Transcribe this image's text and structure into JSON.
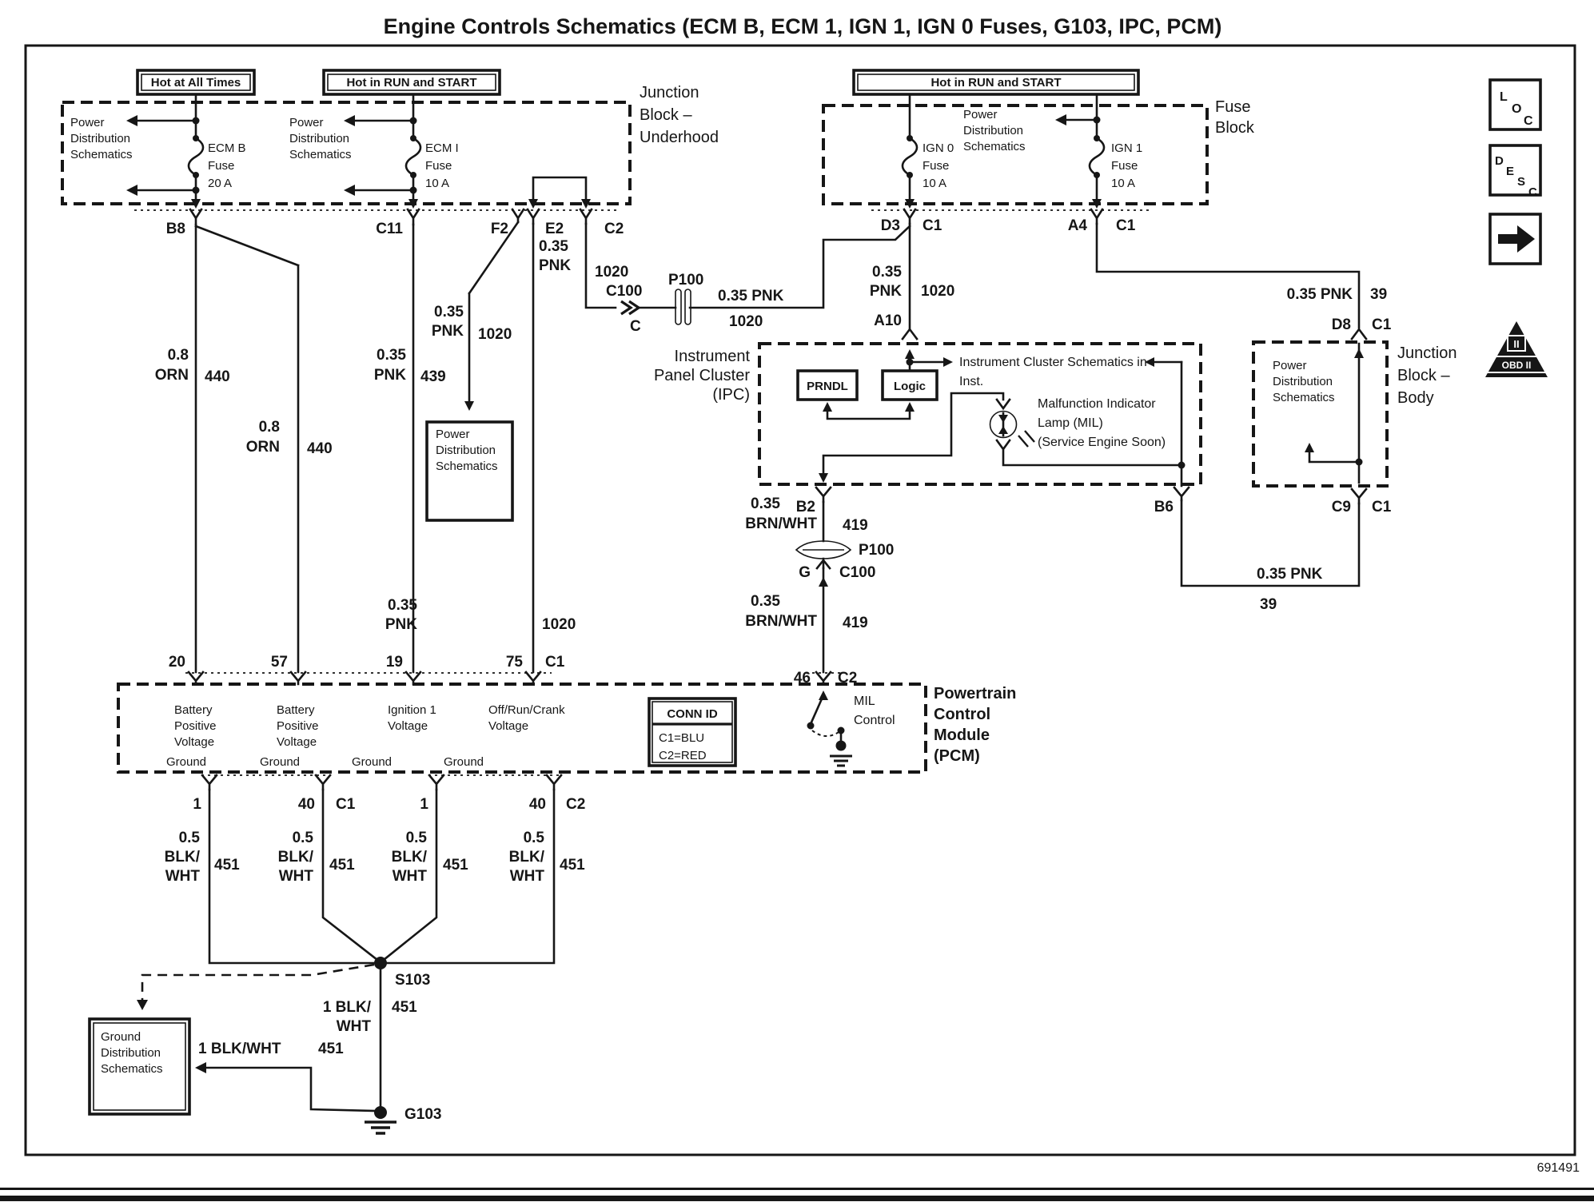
{
  "title": "Engine Controls Schematics (ECM B, ECM 1, IGN 1, IGN 0 Fuses, G103, IPC, PCM)",
  "figure_number": "691491",
  "colors": {
    "ink": "#161616",
    "paper": "#ffffff"
  },
  "flags": {
    "hot_at_all_times": "Hot at All Times",
    "hot_in_run_and_start": "Hot in RUN and START"
  },
  "notes": {
    "power_dist": [
      "Power",
      "Distribution",
      "Schematics"
    ],
    "ground_dist": [
      "Ground",
      "Distribution",
      "Schematics"
    ],
    "cluster": [
      "Instrument Cluster Schematics in",
      "Inst."
    ]
  },
  "blocks": {
    "jb_underhood": [
      "Junction",
      "Block –",
      "Underhood"
    ],
    "fuse_block": [
      "Fuse",
      "Block"
    ],
    "jb_body": [
      "Junction",
      "Block –",
      "Body"
    ],
    "ipc": [
      "Instrument",
      "Panel Cluster",
      "(IPC)"
    ],
    "pcm": [
      "Powertrain",
      "Control",
      "Module",
      "(PCM)"
    ]
  },
  "fuses": {
    "ecm_b": [
      "ECM B",
      "Fuse",
      "20 A"
    ],
    "ecm_i": [
      "ECM I",
      "Fuse",
      "10 A"
    ],
    "ign0": [
      "IGN 0",
      "Fuse",
      "10 A"
    ],
    "ign1": [
      "IGN 1",
      "Fuse",
      "10 A"
    ]
  },
  "pins": {
    "b8": "B8",
    "c11": "C11",
    "f2": "F2",
    "e2": "E2",
    "c2": "C2",
    "c1": "C1",
    "d3": "D3",
    "a4": "A4",
    "a10": "A10",
    "d8": "D8",
    "c9": "C9",
    "b6": "B6",
    "b2": "B2",
    "g": "G",
    "c": "C",
    "p20": "20",
    "p57": "57",
    "p19": "19",
    "p75": "75",
    "p46": "46",
    "p1": "1",
    "p40": "40"
  },
  "nodes": {
    "s103": "S103",
    "g103": "G103",
    "p100": "P100",
    "c100": "C100"
  },
  "wires": {
    "g08": "0.8",
    "g035": "0.35",
    "g05": "0.5",
    "orn": "ORN",
    "pnk": "PNK",
    "brnwht": "BRN/WHT",
    "blk": "BLK/",
    "wht": "WHT",
    "pnk035": "0.35 PNK",
    "blk1": "1 BLK/",
    "blk1wht": "1 BLK/WHT",
    "c440": "440",
    "c439": "439",
    "c1020": "1020",
    "c419": "419",
    "c451": "451",
    "c39": "39"
  },
  "ipc": {
    "prndl": "PRNDL",
    "logic": "Logic",
    "mil": [
      "Malfunction Indicator",
      "Lamp (MIL)",
      "(Service Engine Soon)"
    ],
    "mil_control": [
      "MIL",
      "Control"
    ]
  },
  "pcm": {
    "conn_id": {
      "title": "CONN ID",
      "c1": "C1=BLU",
      "c2": "C2=RED"
    },
    "battery": [
      "Battery",
      "Positive",
      "Voltage"
    ],
    "ignition": [
      "Ignition 1",
      "Voltage"
    ],
    "offruncrank": [
      "Off/Run/Crank",
      "Voltage"
    ],
    "ground": "Ground"
  },
  "sidebar": {
    "loc": [
      "L",
      "O",
      "C"
    ],
    "desc": [
      "D",
      "E",
      "S",
      "C"
    ],
    "obd": {
      "ii": "II",
      "label": "OBD II"
    }
  }
}
